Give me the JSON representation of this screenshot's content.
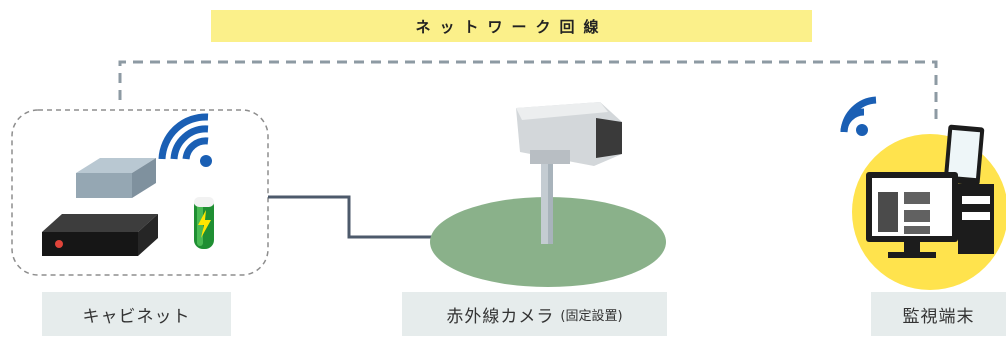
{
  "banner": {
    "text": "ネットワーク回線"
  },
  "labels": {
    "cabinet": "キャビネット",
    "camera_main": "赤外線カメラ",
    "camera_note": "(固定設置)",
    "monitor": "監視端末"
  },
  "colors": {
    "banner": "#fbf08a",
    "label_bg": "#e6ecec",
    "network_line": "#8d9aa3",
    "cable": "#4d5a6b",
    "wifi": "#1a5fb4",
    "ground": "#8ab18a",
    "monitor_circle": "#ffe34d",
    "battery": "#23a33c"
  },
  "icons": [
    "wifi-icon",
    "router-icon",
    "recorder-icon",
    "battery-icon",
    "camera-icon",
    "monitor-icon",
    "tablet-icon"
  ]
}
